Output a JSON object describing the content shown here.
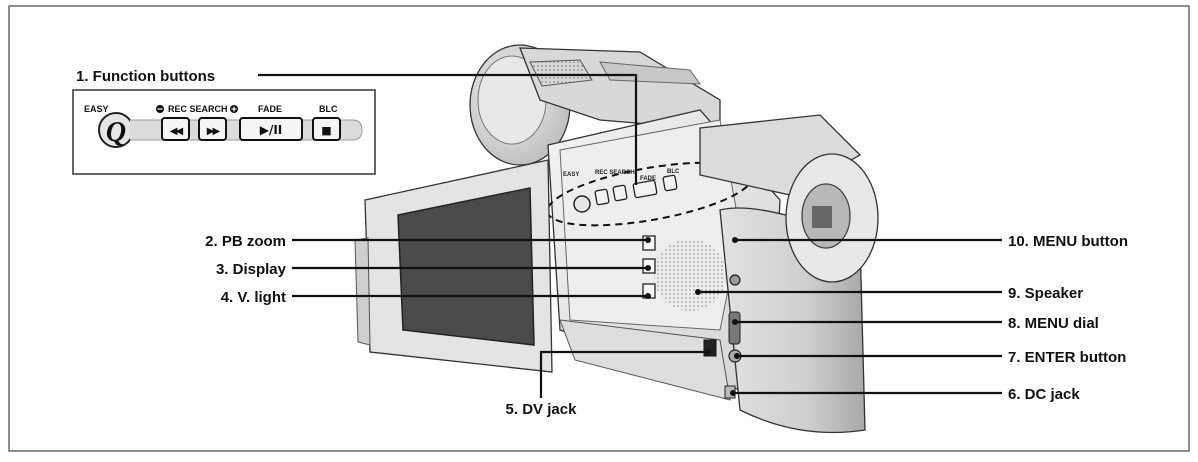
{
  "labels": {
    "function_buttons": "1. Function buttons",
    "pb_zoom": "2. PB zoom",
    "display": "3. Display",
    "v_light": "4. V. light",
    "dv_jack": "5. DV jack",
    "dc_jack": "6. DC jack",
    "enter_button": "7. ENTER button",
    "menu_dial": "8. MENU dial",
    "speaker": "9. Speaker",
    "menu_button": "10. MENU button"
  },
  "inset": {
    "easy": "EASY",
    "easy_button": "Q",
    "rec_search": "REC SEARCH",
    "fade": "FADE",
    "blc": "BLC",
    "rewind_glyph": "◀◀",
    "ffwd_glyph": "▶▶",
    "play_pause_glyph": "▶/II",
    "stop_glyph": "■"
  },
  "body_markings": {
    "easy": "EASY",
    "rec_search": "REC SEARCH",
    "fade": "FADE",
    "blc": "BLC"
  }
}
